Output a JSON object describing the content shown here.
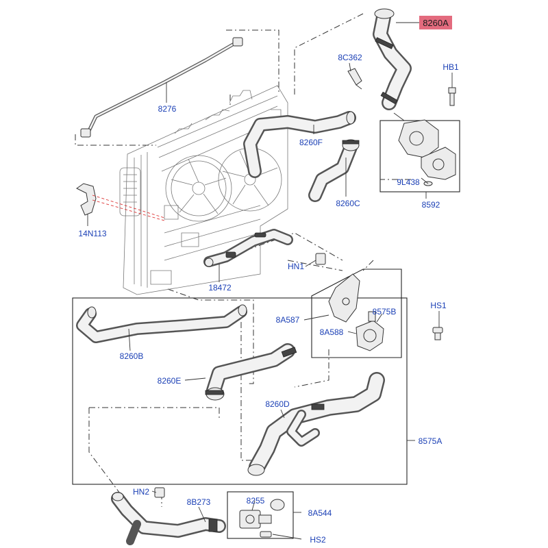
{
  "diagram": {
    "highlight_color": "#e36b7e",
    "label_color": "#1a3fb5",
    "labels": {
      "l8260A": "8260A",
      "l8C362": "8C362",
      "lHB1": "HB1",
      "l8276": "8276",
      "l8260F": "8260F",
      "l9L438": "9L438",
      "l8592": "8592",
      "l8260C": "8260C",
      "l14N113": "14N113",
      "lHN1": "HN1",
      "l18472": "18472",
      "lHS1": "HS1",
      "l8A587": "8A587",
      "l8575B": "8575B",
      "l8A588": "8A588",
      "l8260B": "8260B",
      "l8260E": "8260E",
      "l8260D": "8260D",
      "l8575A": "8575A",
      "lHN2": "HN2",
      "l8B273": "8B273",
      "l8255": "8255",
      "l8A544": "8A544",
      "lHS2": "HS2"
    }
  }
}
